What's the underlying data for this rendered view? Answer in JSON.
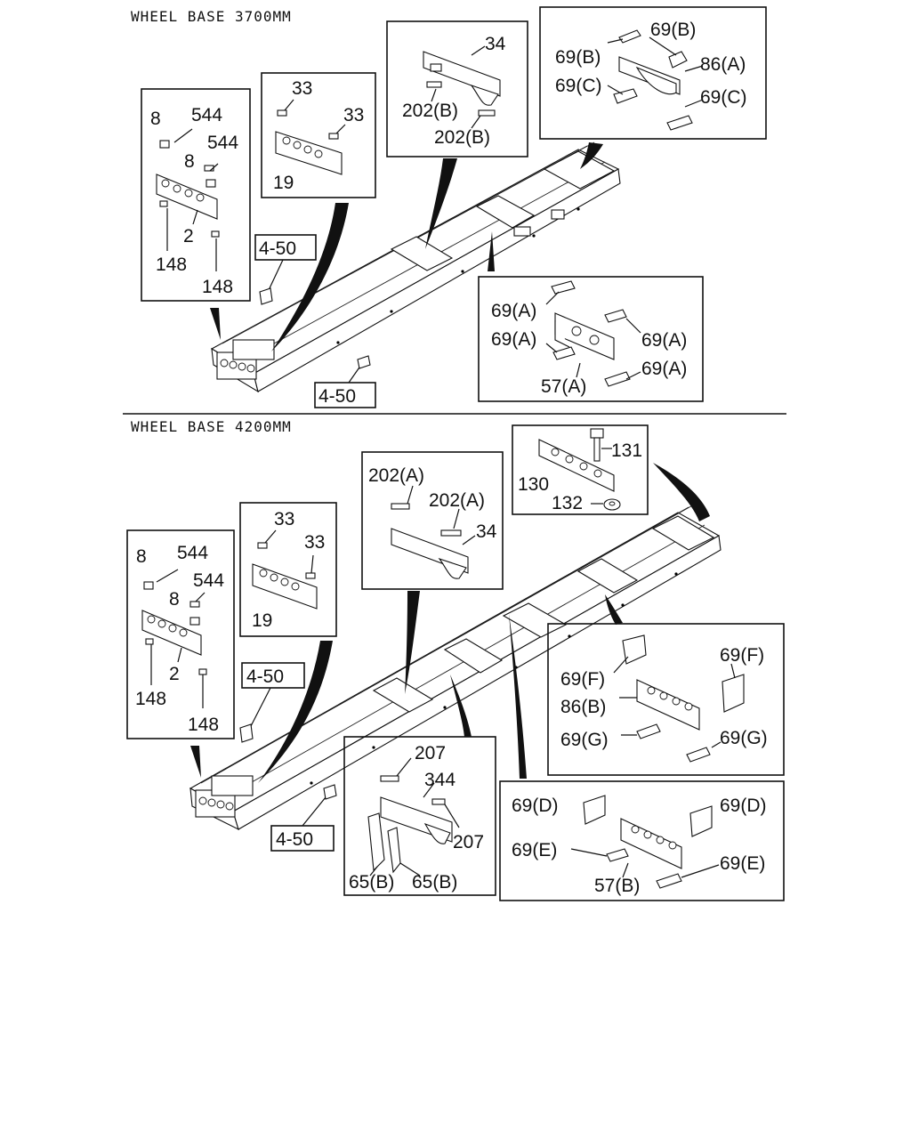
{
  "sections": [
    {
      "title": "WHEEL BASE 3700MM"
    },
    {
      "title": "WHEEL BASE 4200MM"
    }
  ],
  "labels": {
    "s1": {
      "left_box": [
        "8",
        "544",
        "544",
        "8",
        "2",
        "148",
        "148"
      ],
      "box33": [
        "33",
        "33",
        "19"
      ],
      "box34": [
        "34",
        "202(B)",
        "202(B)"
      ],
      "box86": [
        "69(B)",
        "69(B)",
        "86(A)",
        "69(C)",
        "69(C)"
      ],
      "box57": [
        "69(A)",
        "69(A)",
        "69(A)",
        "69(A)",
        "57(A)"
      ],
      "ref_top": "4-50",
      "ref_bottom": "4-50"
    },
    "s2": {
      "left_box": [
        "8",
        "544",
        "544",
        "8",
        "2",
        "148",
        "148"
      ],
      "box33": [
        "33",
        "33",
        "19"
      ],
      "box34": [
        "202(A)",
        "202(A)",
        "34"
      ],
      "box131": [
        "131",
        "130",
        "132"
      ],
      "box86": [
        "69(F)",
        "69(F)",
        "86(B)",
        "69(G)",
        "69(G)"
      ],
      "box344": [
        "207",
        "344",
        "207",
        "65(B)",
        "65(B)"
      ],
      "box57": [
        "69(D)",
        "69(D)",
        "69(E)",
        "69(E)",
        "57(B)"
      ],
      "ref_top": "4-50",
      "ref_bottom": "4-50"
    }
  }
}
